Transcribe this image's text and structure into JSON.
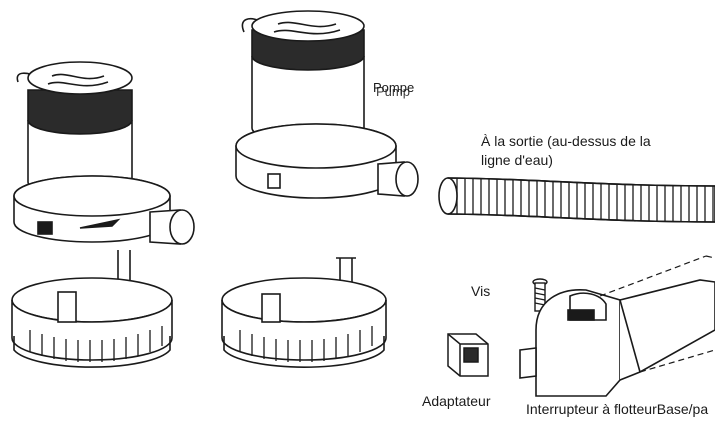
{
  "labels": {
    "pump_fr": "Pompe",
    "pump_en": "Pump",
    "outlet_line1": "À la sortie (au-dessus de la",
    "outlet_line2": "ligne d'eau)",
    "screw": "Vis",
    "adapter": "Adaptateur",
    "float_switch": "Interrupteur à flotteurBase/pa"
  },
  "colors": {
    "stroke": "#1a1a1a",
    "band": "#2b2b2b",
    "paper": "#ffffff"
  }
}
